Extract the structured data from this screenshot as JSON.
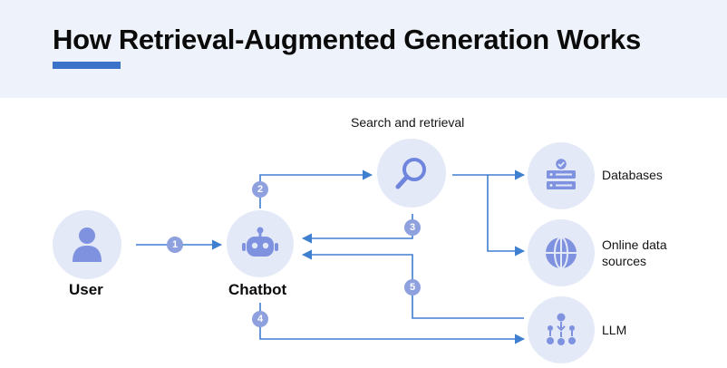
{
  "title": "How Retrieval-Augmented Generation Works",
  "nodes": {
    "user": {
      "label": "User",
      "icon": "user-icon"
    },
    "chatbot": {
      "label": "Chatbot",
      "icon": "robot-icon"
    },
    "search": {
      "label": "Search and retrieval",
      "icon": "search-icon"
    },
    "databases": {
      "label": "Databases",
      "icon": "database-icon"
    },
    "online": {
      "label_line1": "Online data",
      "label_line2": "sources",
      "icon": "globe-icon"
    },
    "llm": {
      "label": "LLM",
      "icon": "network-icon"
    }
  },
  "steps": [
    "1",
    "2",
    "3",
    "4",
    "5"
  ],
  "colors": {
    "accent": "#3a73c8",
    "line": "#3f7fd0",
    "circle": "#e4e9f8",
    "icon": "#7f92e0",
    "badge": "#8fa0de",
    "header_bg": "#eef2fa"
  }
}
